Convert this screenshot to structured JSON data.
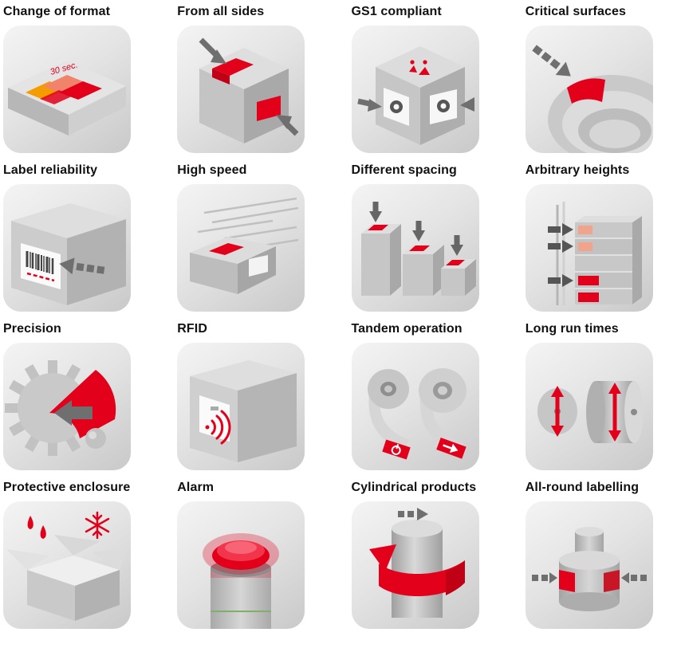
{
  "colors": {
    "accent_red": "#e2001a",
    "accent_red_dark": "#c00015",
    "accent_orange": "#f59c00",
    "accent_salmon": "#f0a48c",
    "arrow_gray": "#6f6f6f"
  },
  "tiles": [
    {
      "title": "Change of format"
    },
    {
      "title": "From all sides"
    },
    {
      "title": "GS1 compliant"
    },
    {
      "title": "Critical surfaces"
    },
    {
      "title": "Label reliability"
    },
    {
      "title": "High speed"
    },
    {
      "title": "Different spacing"
    },
    {
      "title": "Arbitrary heights"
    },
    {
      "title": "Precision"
    },
    {
      "title": "RFID"
    },
    {
      "title": "Tandem operation"
    },
    {
      "title": "Long run times"
    },
    {
      "title": "Protective enclosure"
    },
    {
      "title": "Alarm"
    },
    {
      "title": "Cylindrical products"
    },
    {
      "title": "All-round labelling"
    }
  ],
  "annotations": {
    "format_time": "30 sec."
  }
}
